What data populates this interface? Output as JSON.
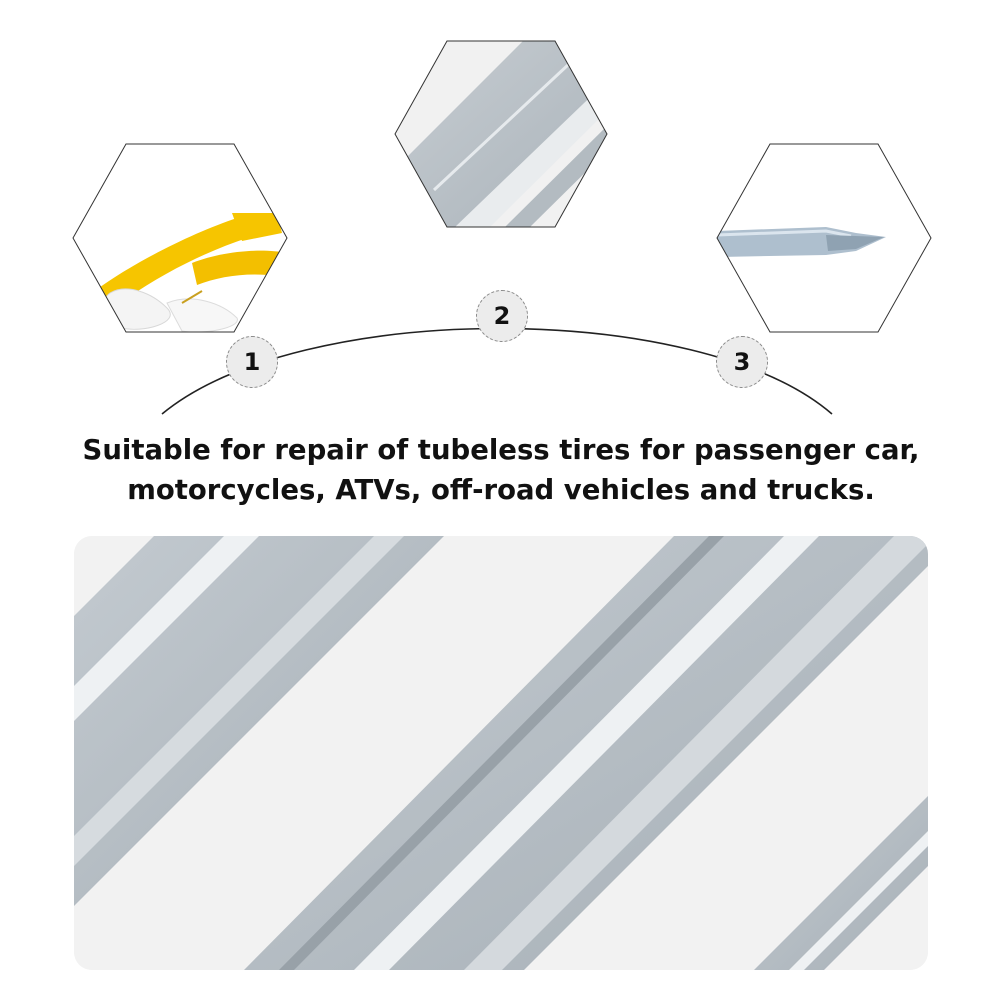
{
  "caption": {
    "line1": "Suitable for repair of tubeless tires for passenger car,",
    "line2": "motorcycles, ATVs, off-road vehicles and trucks."
  },
  "badges": [
    {
      "label": "1"
    },
    {
      "label": "2"
    },
    {
      "label": "3"
    }
  ],
  "colors": {
    "text": "#111111",
    "badge_fill": "#ececec",
    "badge_border": "#8a8a8a",
    "protector_yellow": "#f6c500",
    "steel": "#b9c1c7"
  },
  "icons": [
    "rim-protector-photo",
    "steel-bar-photo",
    "lever-tip-photo"
  ]
}
